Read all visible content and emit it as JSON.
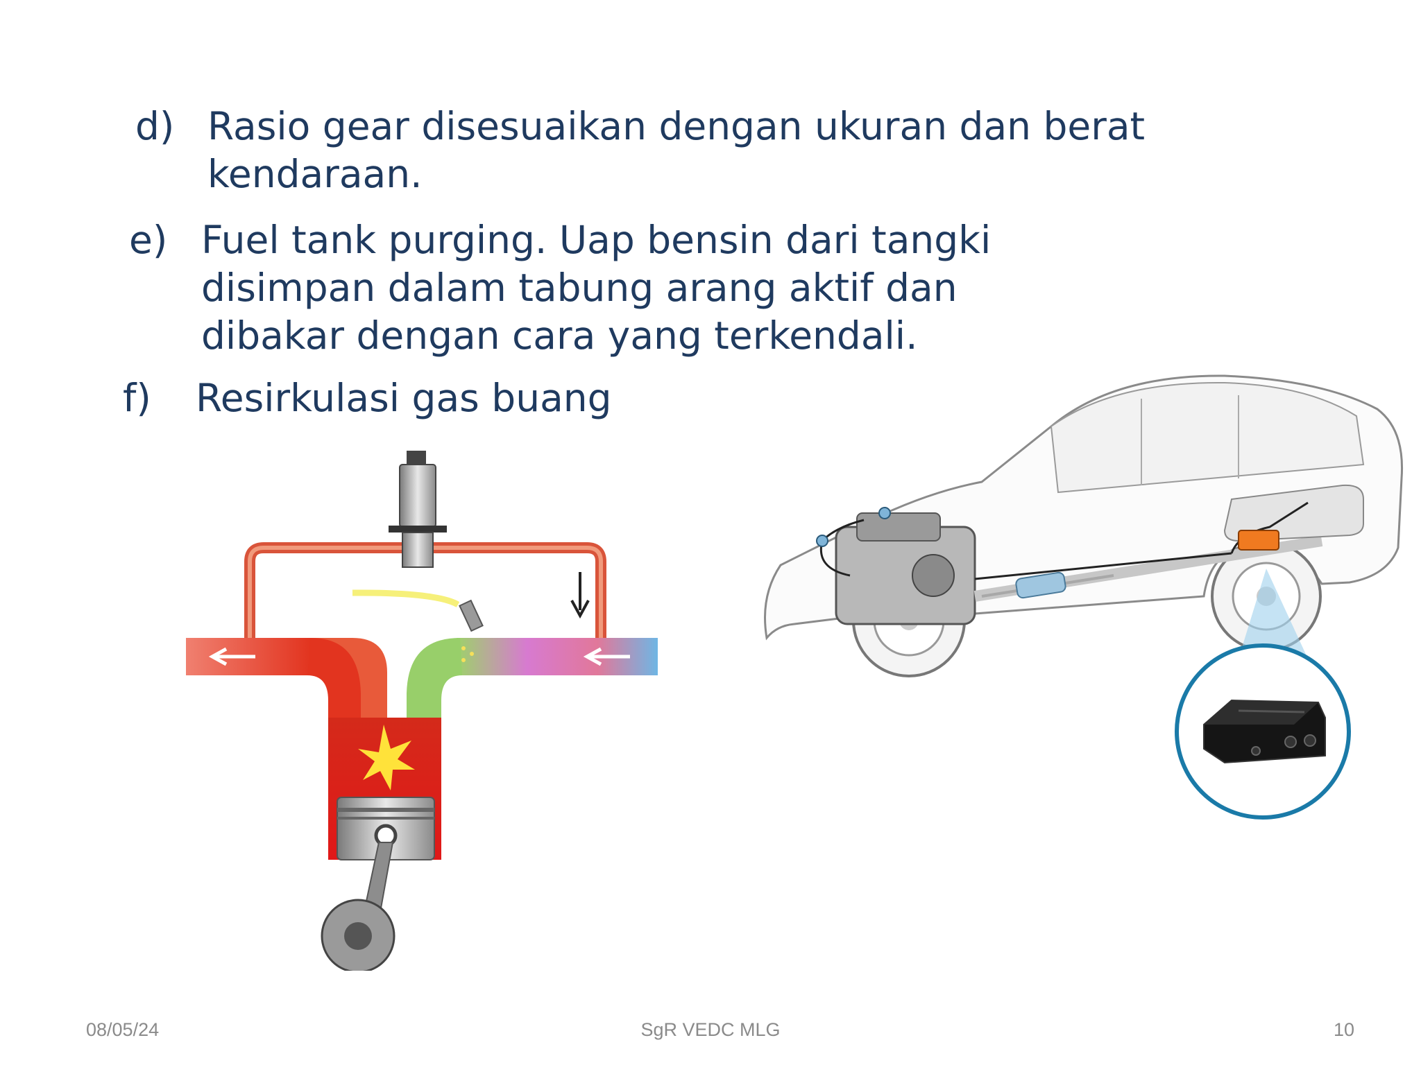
{
  "list": {
    "d": {
      "marker": "d)",
      "lines": [
        "Rasio gear disesuaikan dengan ukuran dan berat",
        "kendaraan."
      ]
    },
    "e": {
      "marker": "e)",
      "lines": [
        "Fuel tank purging. Uap bensin dari tangki",
        "disimpan dalam tabung arang aktif dan",
        "dibakar dengan cara yang terkendali."
      ]
    },
    "f": {
      "marker": "f)",
      "lines": [
        "Resirkulasi gas buang"
      ]
    }
  },
  "footer": {
    "date": "08/05/24",
    "center": "SgR VEDC MLG",
    "page": "10"
  },
  "colors": {
    "text": "#1f3a5f",
    "footer": "#8a8a8a",
    "exhaust": "#e0502a",
    "intake": "#5aa8dc",
    "canister_ring": "#1a7aa8",
    "canister_tag": "#f07a20"
  },
  "illustrations": {
    "egr": "egr-diagram",
    "car": "car-evap-diagram",
    "canister": "charcoal-canister-inset"
  }
}
